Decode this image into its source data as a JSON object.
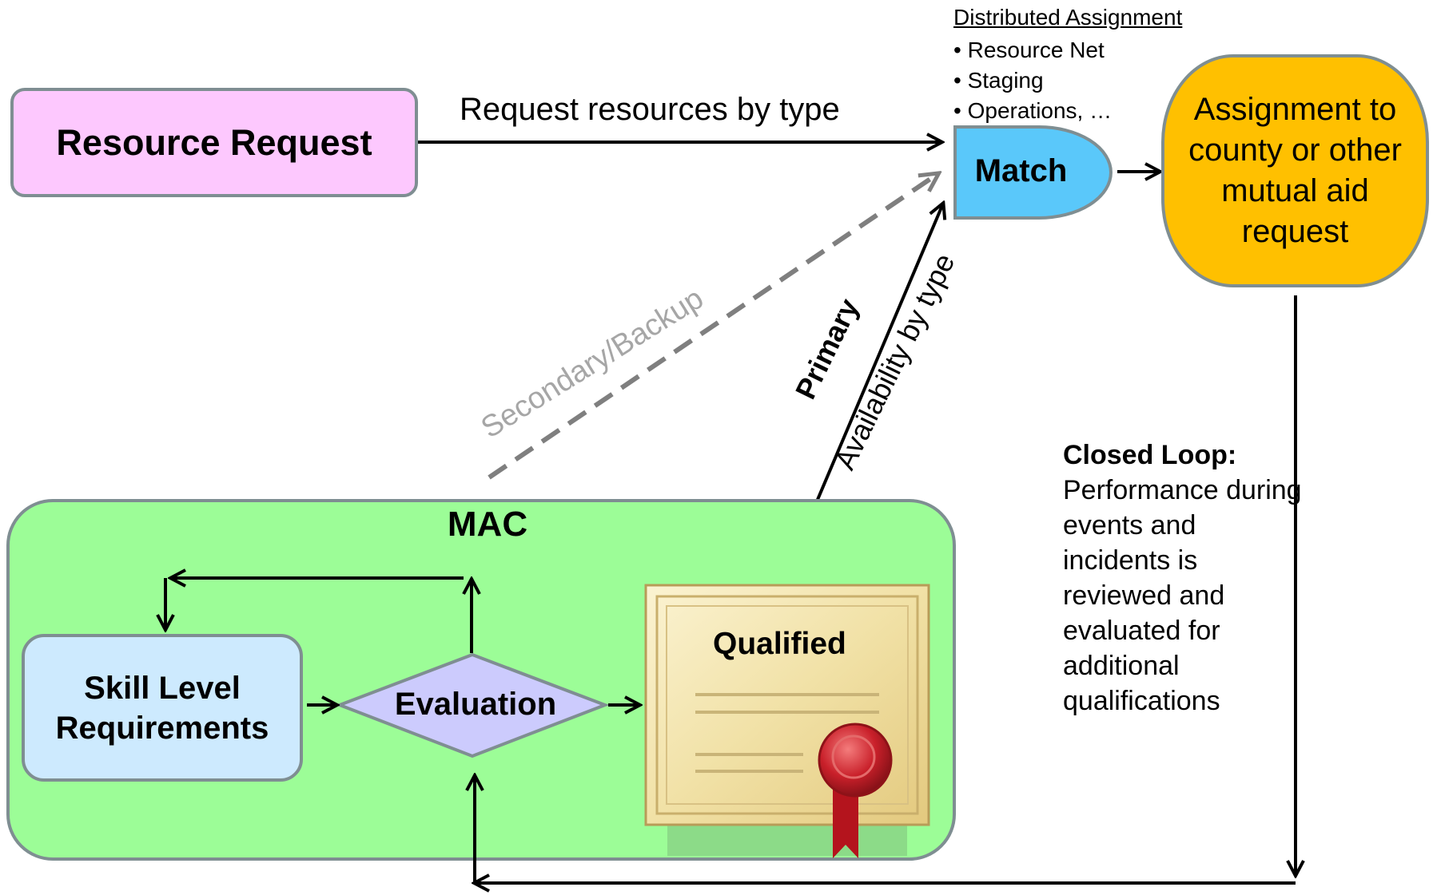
{
  "nodes": {
    "resource_request": "Resource Request",
    "match": "Match",
    "assignment": "Assignment to county or other mutual aid request",
    "mac": "MAC",
    "skill_level": "Skill Level Requirements",
    "evaluation": "Evaluation",
    "qualified": "Qualified"
  },
  "distributed_assignment": {
    "title": "Distributed Assignment",
    "items": [
      "Resource Net",
      "Staging",
      "Operations, …"
    ]
  },
  "edge_labels": {
    "request_by_type": "Request resources by type",
    "secondary_backup": "Secondary/Backup",
    "primary": "Primary",
    "availability_by_type": "Availability by type"
  },
  "closed_loop": {
    "title": "Closed Loop:",
    "text": "Performance during events and incidents is reviewed and evaluated for additional qualifications"
  },
  "colors": {
    "resource_request": "#fdc8fe",
    "match": "#5ac8fa",
    "assignment": "#ffc000",
    "mac": "#9cfd97",
    "skill_level": "#cdeafe",
    "evaluation": "#cccbfd",
    "border": "#7f8e92",
    "secondary_arrow": "#7f7f7f"
  }
}
